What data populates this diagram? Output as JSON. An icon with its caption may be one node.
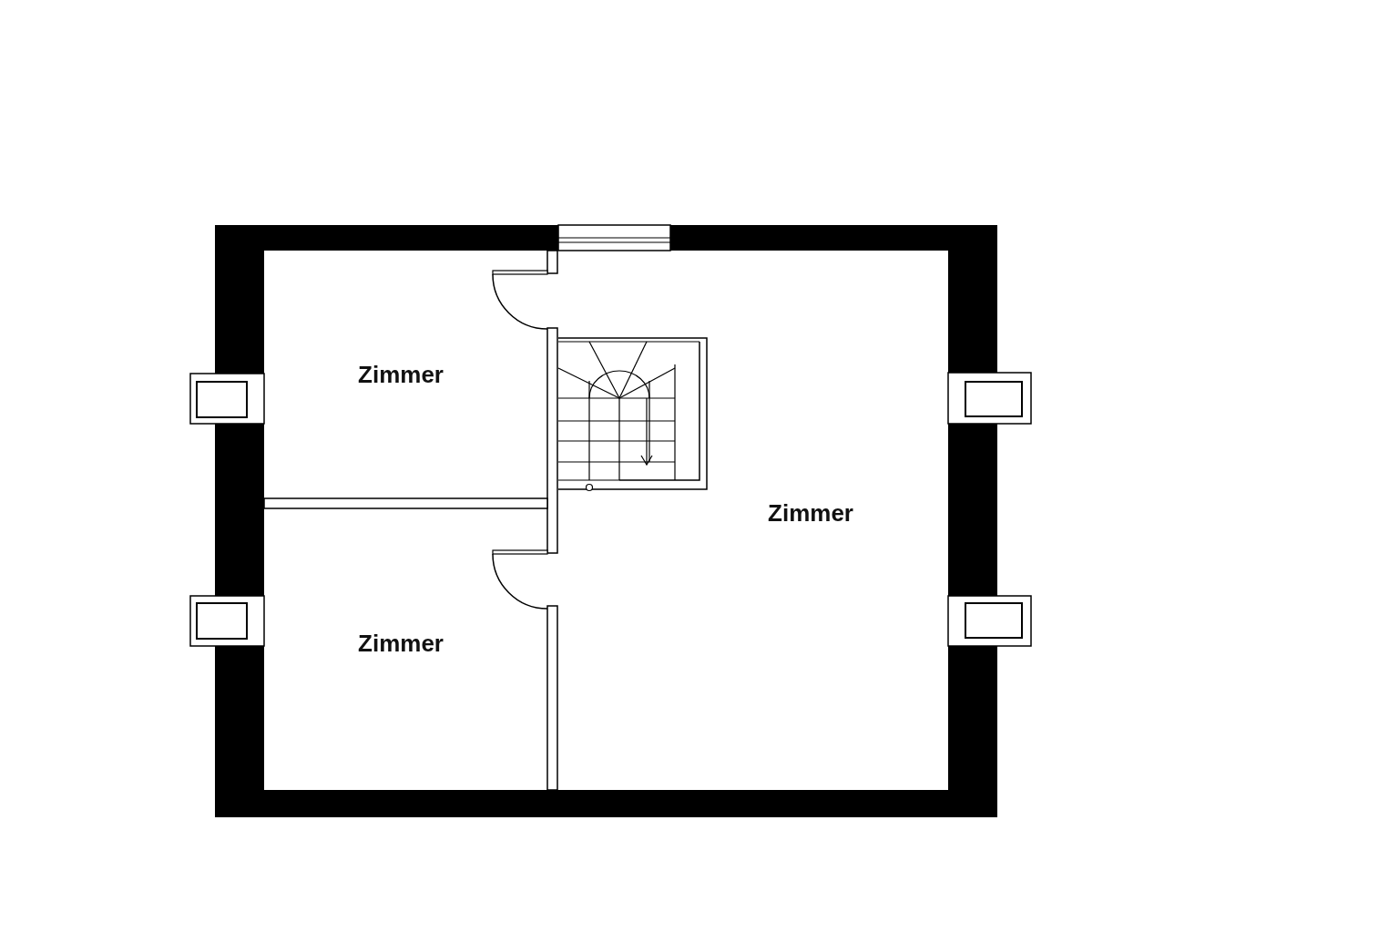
{
  "diagram": {
    "nodes": [
      {
        "text": [
          "Zimmer"
        ]
      },
      {
        "text": [
          "Zimmer"
        ]
      },
      {
        "text": [
          "Zimmer"
        ]
      }
    ]
  }
}
